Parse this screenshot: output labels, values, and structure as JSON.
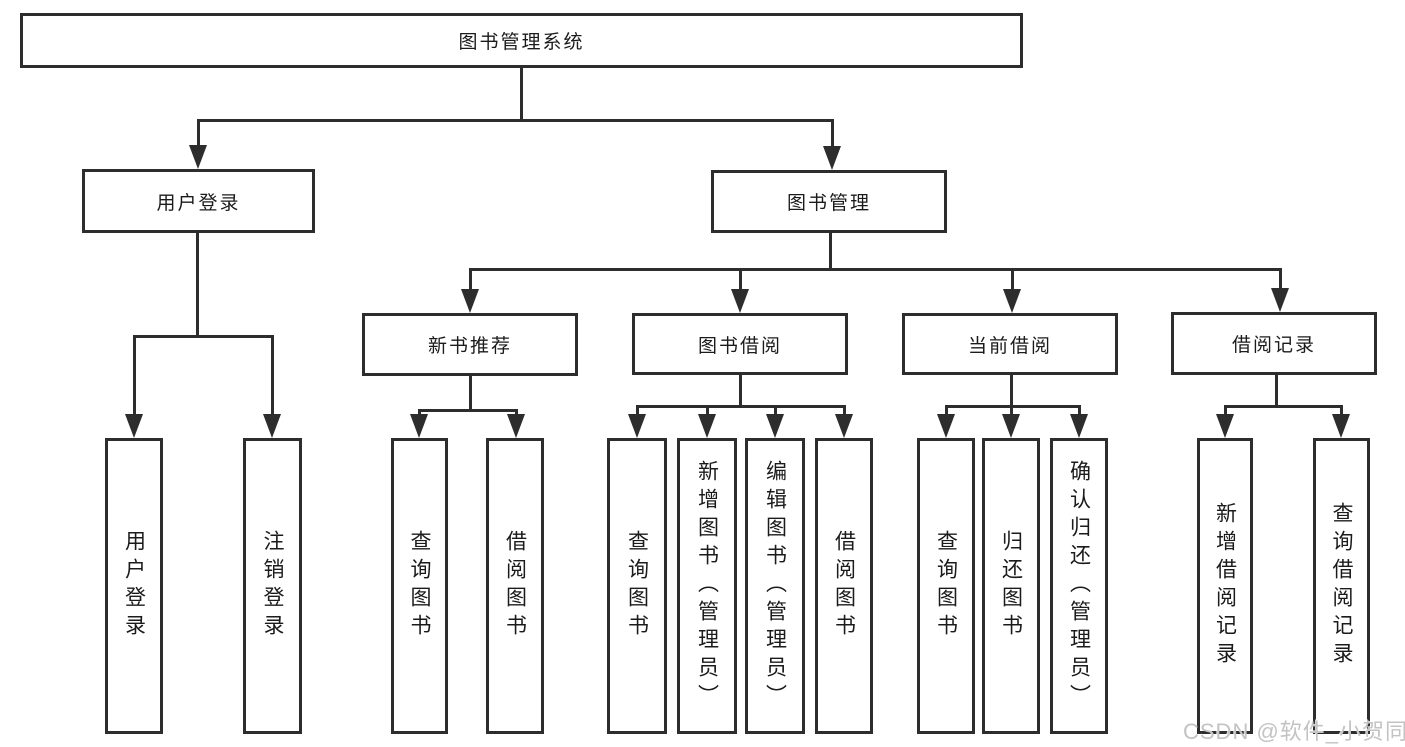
{
  "system": {
    "label": "图书管理系统",
    "children": [
      {
        "label": "用户登录",
        "children": [
          {
            "label": "用户登录"
          },
          {
            "label": "注销登录"
          }
        ]
      },
      {
        "label": "图书管理",
        "children": [
          {
            "label": "新书推荐",
            "children": [
              {
                "label": "查询图书"
              },
              {
                "label": "借阅图书"
              }
            ]
          },
          {
            "label": "图书借阅",
            "children": [
              {
                "label": "查询图书"
              },
              {
                "label": "新增图书（管理员）"
              },
              {
                "label": "编辑图书（管理员）"
              },
              {
                "label": "借阅图书"
              }
            ]
          },
          {
            "label": "当前借阅",
            "children": [
              {
                "label": "查询图书"
              },
              {
                "label": "归还图书"
              },
              {
                "label": "确认归还（管理员）"
              }
            ]
          },
          {
            "label": "借阅记录",
            "children": [
              {
                "label": "新增借阅记录"
              },
              {
                "label": "查询借阅记录"
              }
            ]
          }
        ]
      }
    ]
  },
  "watermark": {
    "text": "CSDN @软件_小贺同学"
  },
  "colors": {
    "line": "#2d2d2d",
    "background": "#ffffff",
    "watermark": "#c3c3c3"
  }
}
